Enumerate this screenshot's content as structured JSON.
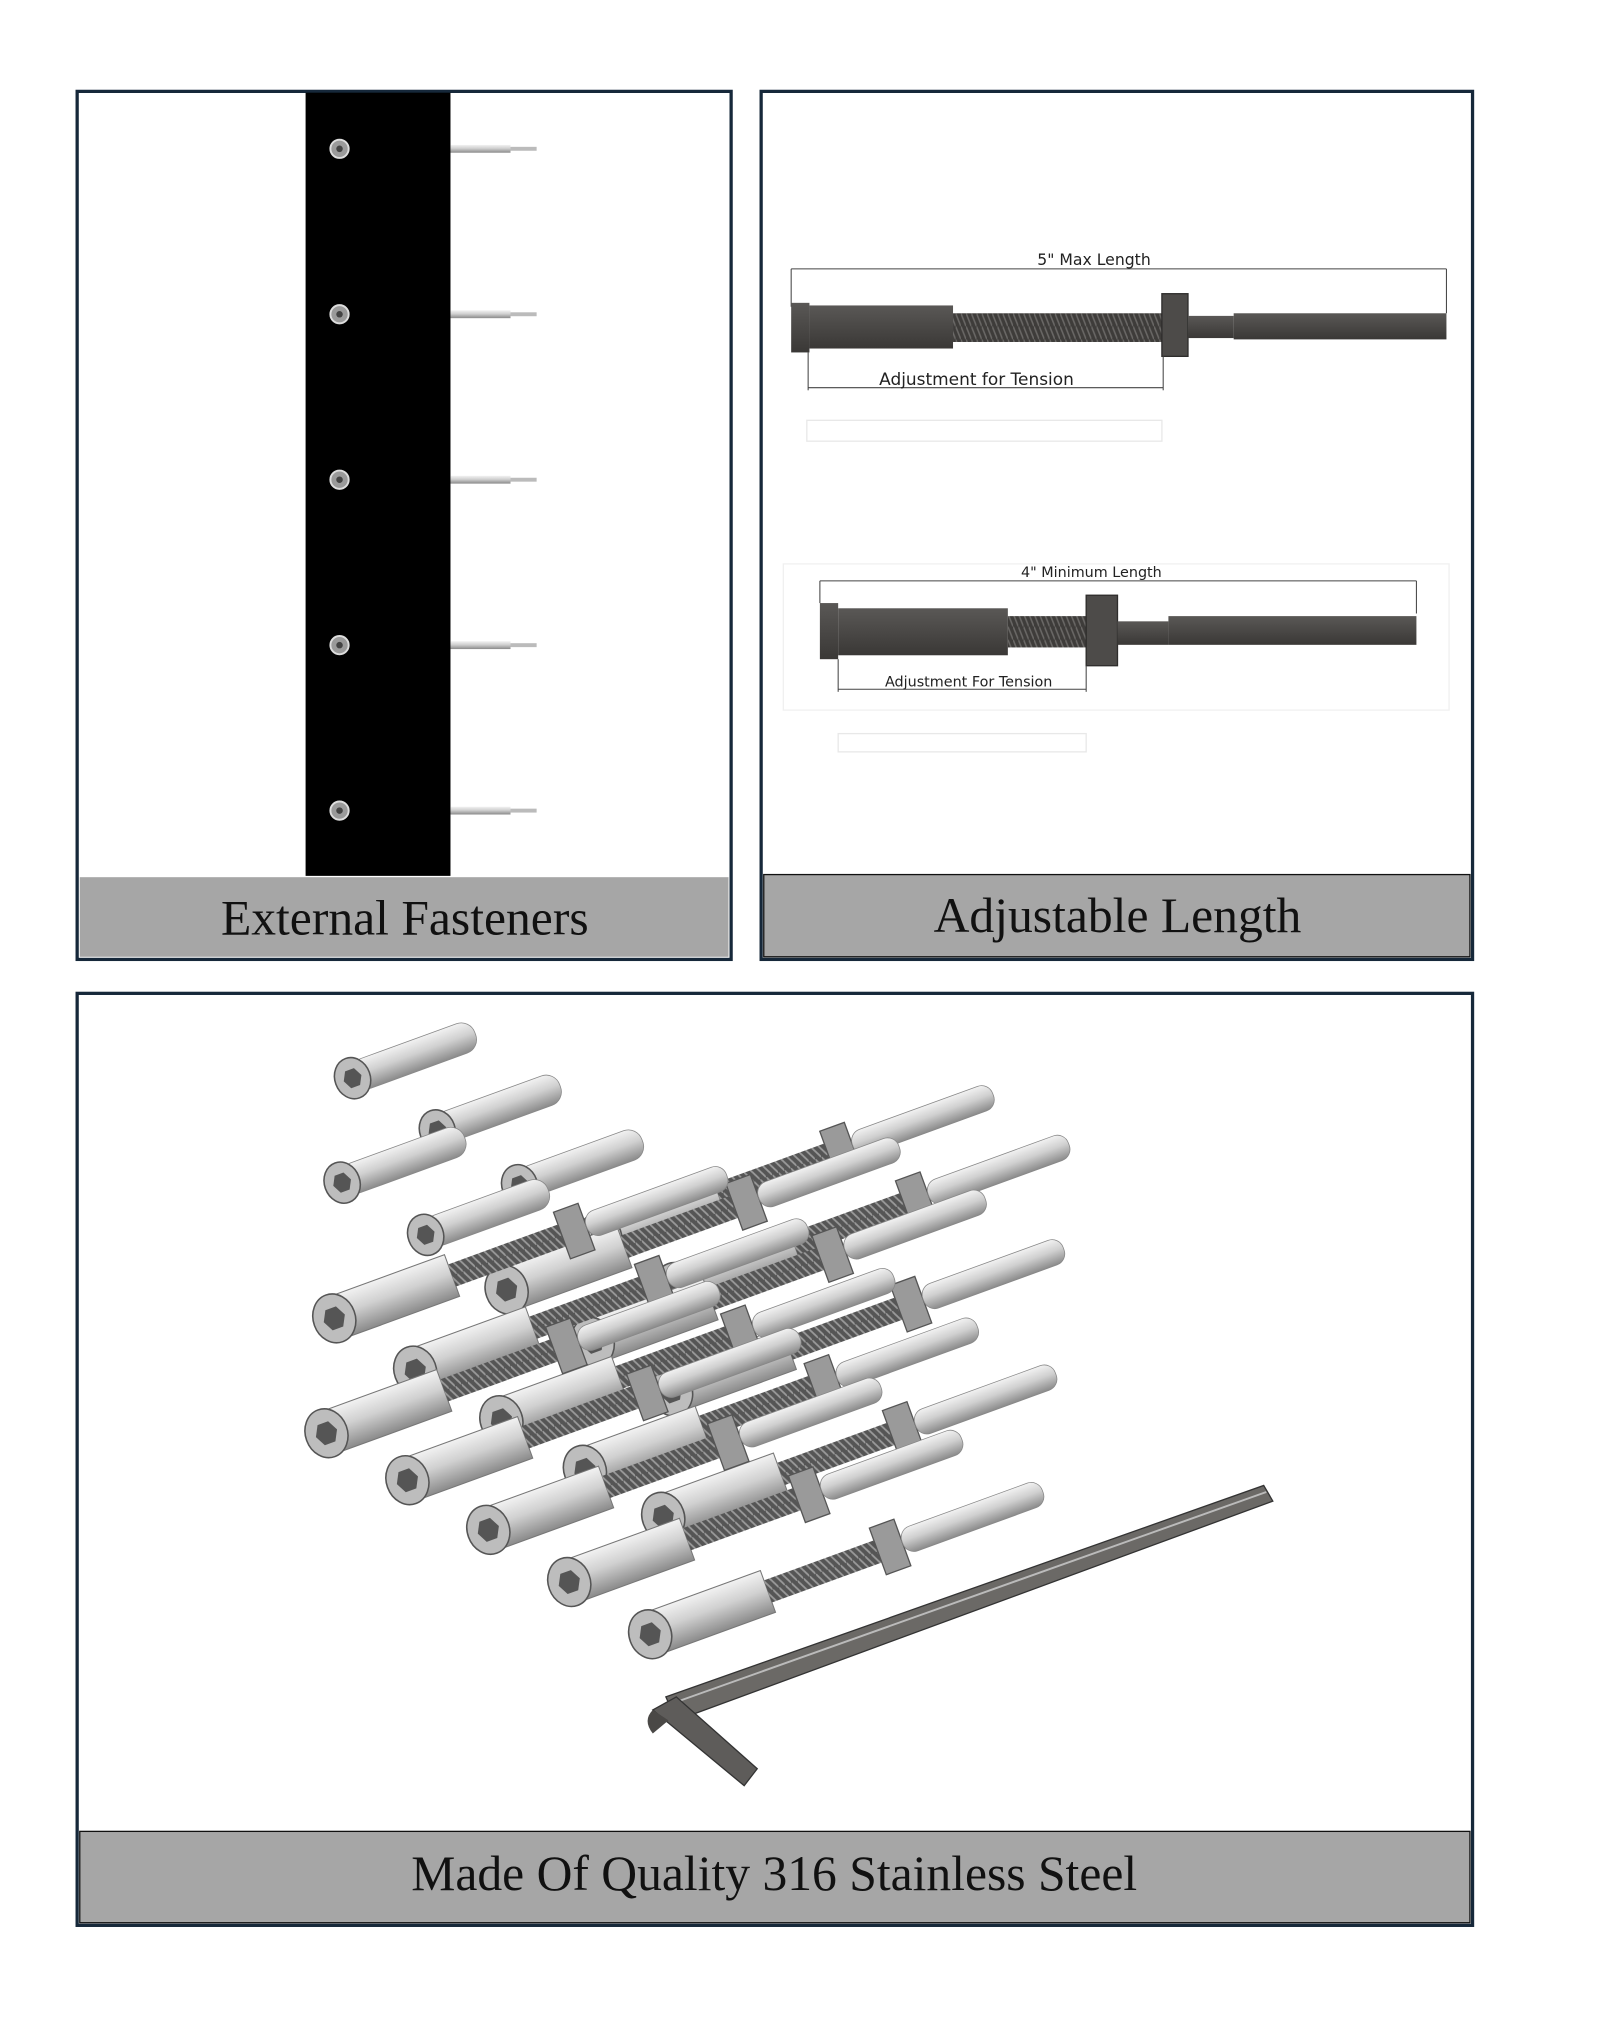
{
  "panels": {
    "external_fasteners": {
      "caption": "External Fasteners",
      "fastener_count": 5
    },
    "adjustable_length": {
      "caption": "Adjustable Length",
      "max": {
        "length_label": "5\" Max Length",
        "adjustment_label": "Adjustment for Tension"
      },
      "min": {
        "length_label": "4\" Minimum Length",
        "adjustment_label": "Adjustment For Tension"
      }
    },
    "material": {
      "caption": "Made Of Quality 316 Stainless Steel"
    }
  },
  "colors": {
    "border": "#16283a",
    "caption_band": "#a6a6a6",
    "post": "#000000",
    "bolt_dark": "#4a4846",
    "steel": "#c9c9c9"
  }
}
